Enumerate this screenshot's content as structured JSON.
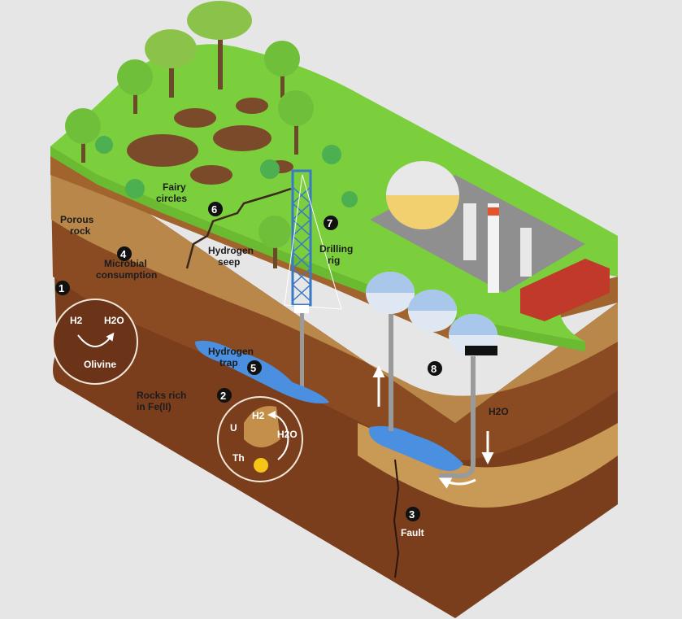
{
  "diagram": {
    "colors": {
      "background": "#e6e6e6",
      "grass": "#7ccf3c",
      "topsoil": "#a1642c",
      "porous_rock": "#b9874a",
      "deep_rock": "#7a3e1c",
      "hydrogen_water": "#4a8fe0",
      "rig": "#3a78c8",
      "plant": "#e8e8e8"
    },
    "labels": {
      "fairy_circles": [
        "Fairy",
        "circles"
      ],
      "porous_rock": [
        "Porous",
        "rock"
      ],
      "microbial_consumption": [
        "Microbial",
        "consumption"
      ],
      "hydrogen_seep": [
        "Hydrogen",
        "seep"
      ],
      "drilling_rig": [
        "Drilling",
        "rig"
      ],
      "hydrogen_trap": [
        "Hydrogen",
        "trap"
      ],
      "rocks_rich_fe": [
        "Rocks rich",
        "in Fe(II)"
      ],
      "fault": "Fault",
      "water_injection": "H2O"
    },
    "markers": {
      "m1": "1",
      "m2": "2",
      "m3": "3",
      "m4": "4",
      "m5": "5",
      "m6": "6",
      "m7": "7",
      "m8": "8"
    },
    "inset_olivine": {
      "h2": "H2",
      "h2o": "H2O",
      "mineral": "Olivine"
    },
    "inset_radiolysis": {
      "u": "U",
      "th": "Th",
      "h2": "H2",
      "h2o": "H2O"
    }
  }
}
